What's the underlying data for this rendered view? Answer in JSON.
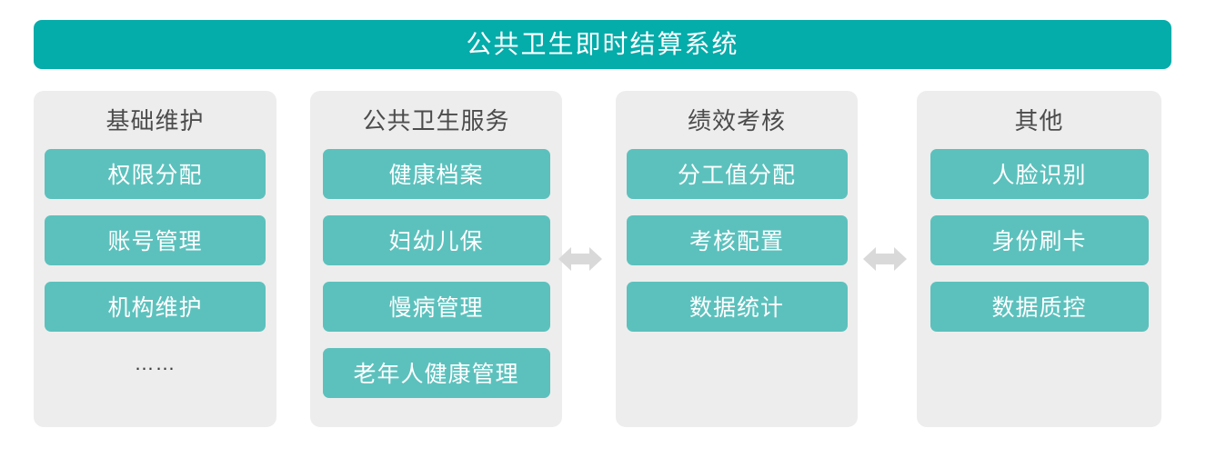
{
  "header": {
    "title": "公共卫生即时结算系统",
    "bg_color": "#04acaa",
    "text_color": "#ffffff"
  },
  "theme": {
    "panel_bg": "#ededed",
    "item_bg": "#5cc1bd",
    "item_text": "#ffffff",
    "panel_title_text": "#4c4c4c",
    "arrow_color": "#d9d9d9",
    "page_bg": "#ffffff"
  },
  "columns": [
    {
      "title": "基础维护",
      "items": [
        "权限分配",
        "账号管理",
        "机构维护"
      ],
      "ellipsis": "……"
    },
    {
      "title": "公共卫生服务",
      "items": [
        "健康档案",
        "妇幼儿保",
        "慢病管理",
        "老年人健康管理"
      ],
      "ellipsis": ""
    },
    {
      "title": "绩效考核",
      "items": [
        "分工值分配",
        "考核配置",
        "数据统计"
      ],
      "ellipsis": ""
    },
    {
      "title": "其他",
      "items": [
        "人脸识别",
        "身份刷卡",
        "数据质控"
      ],
      "ellipsis": ""
    }
  ],
  "connectors": [
    {
      "name": "double-arrow-between-services-and-performance",
      "direction": "bidirectional"
    },
    {
      "name": "double-arrow-between-performance-and-other",
      "direction": "bidirectional"
    }
  ]
}
